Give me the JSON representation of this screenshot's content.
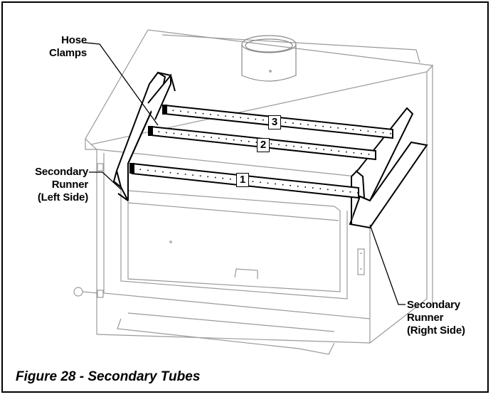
{
  "labels": {
    "hose_clamps": [
      "Hose",
      "Clamps"
    ],
    "left_runner": [
      "Secondary",
      "Runner",
      "(Left Side)"
    ],
    "right_runner": [
      "Secondary",
      "Runner",
      "(Right Side)"
    ]
  },
  "tube_numbers": [
    "1",
    "2",
    "3"
  ],
  "caption": "Figure 28 - Secondary Tubes"
}
